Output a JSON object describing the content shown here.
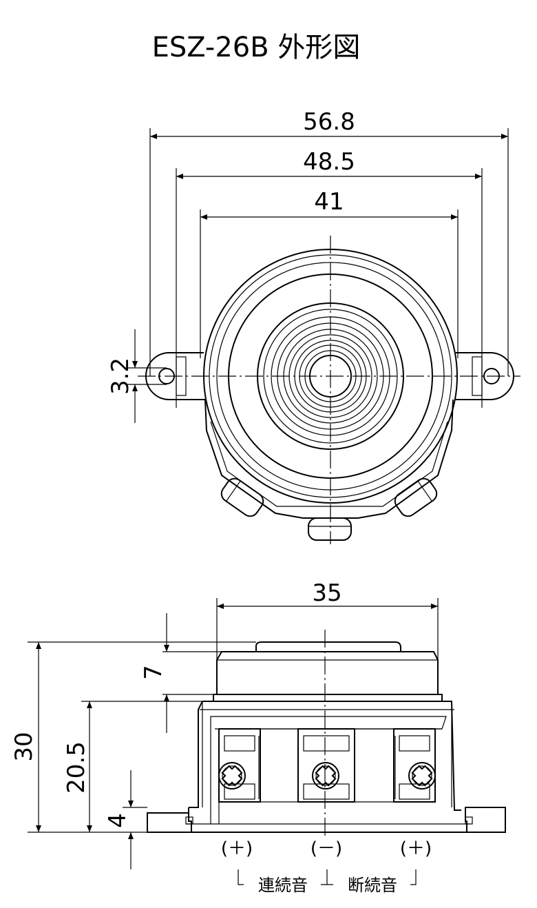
{
  "title": "ESZ-26B 外形図",
  "top_view": {
    "dims": {
      "overall_width": "56.8",
      "mount_hole_pitch": "48.5",
      "body_diameter": "41",
      "hole_diameter": "3.2"
    }
  },
  "side_view": {
    "dims": {
      "top_width": "35",
      "top_height": "7",
      "overall_height": "30",
      "mid_height": "20.5",
      "flange_height": "4"
    },
    "terminals": [
      {
        "sign": "(＋)"
      },
      {
        "sign": "(－)"
      },
      {
        "sign": "(＋)"
      }
    ],
    "modes": {
      "left": "連続音",
      "right": "断続音"
    }
  }
}
